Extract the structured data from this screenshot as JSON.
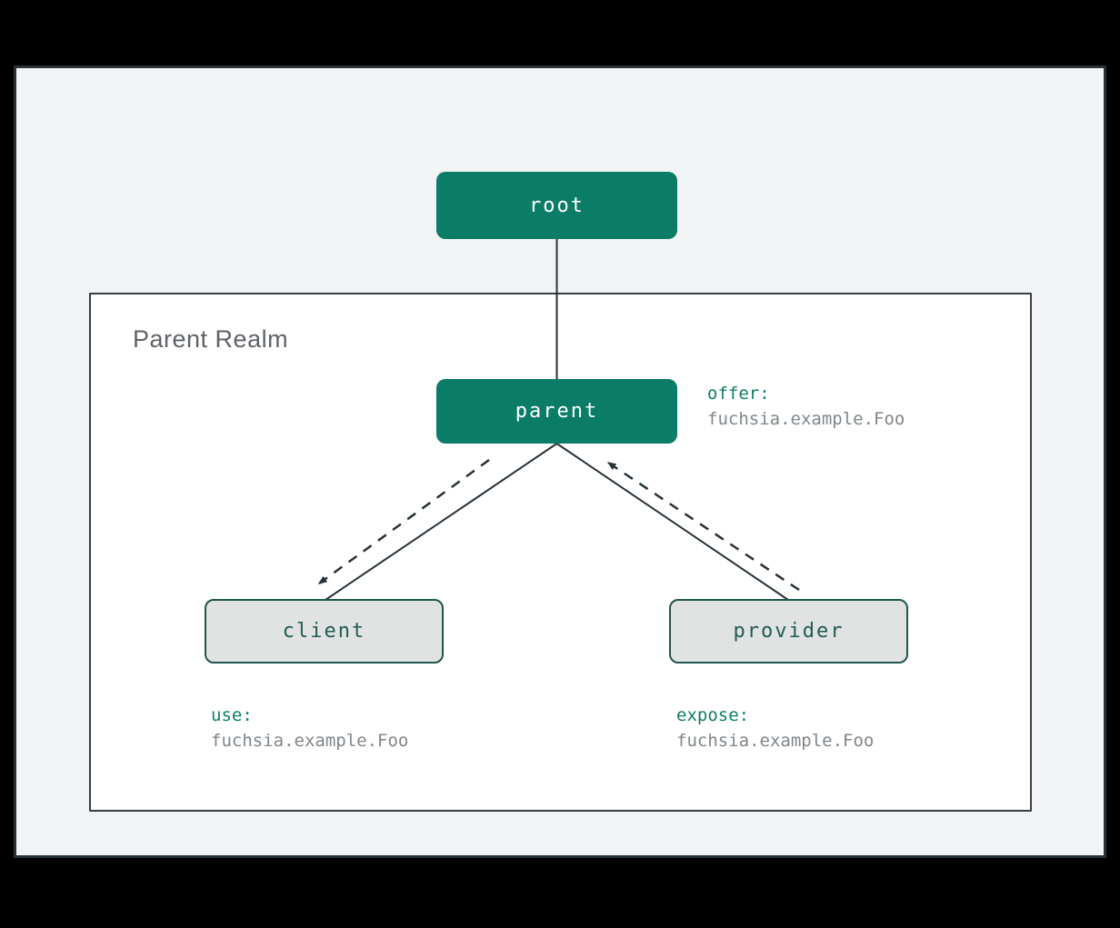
{
  "diagram": {
    "realm_label": "Parent Realm",
    "nodes": {
      "root": {
        "label": "root"
      },
      "parent": {
        "label": "parent"
      },
      "client": {
        "label": "client"
      },
      "provider": {
        "label": "provider"
      }
    },
    "annotations": {
      "offer": {
        "keyword": "offer:",
        "value": "fuchsia.example.Foo"
      },
      "use": {
        "keyword": "use:",
        "value": "fuchsia.example.Foo"
      },
      "expose": {
        "keyword": "expose:",
        "value": "fuchsia.example.Foo"
      }
    },
    "edges": [
      {
        "from": "root",
        "to": "parent",
        "style": "solid"
      },
      {
        "from": "parent",
        "to": "client",
        "style": "solid"
      },
      {
        "from": "parent",
        "to": "provider",
        "style": "solid"
      },
      {
        "from": "parent",
        "to": "client",
        "style": "dashed-arrow",
        "meaning": "offer route"
      },
      {
        "from": "provider",
        "to": "parent",
        "style": "dashed-arrow",
        "meaning": "expose route"
      }
    ],
    "colors": {
      "canvas": "#000000",
      "panel_bg": "#f1f3f4",
      "panel_border": "#263238",
      "realm_bg": "#ffffff",
      "realm_border": "#383e45",
      "node_green": "#0b7c66",
      "node_green_text": "#ffffff",
      "node_gray_bg": "#e1e3e3",
      "node_gray_border": "#20564c",
      "node_gray_text": "#1e5c52",
      "keyword_text": "#0e7d66",
      "value_text": "#80868b",
      "connector": "#263238",
      "realm_label_text": "#5f6368"
    }
  }
}
